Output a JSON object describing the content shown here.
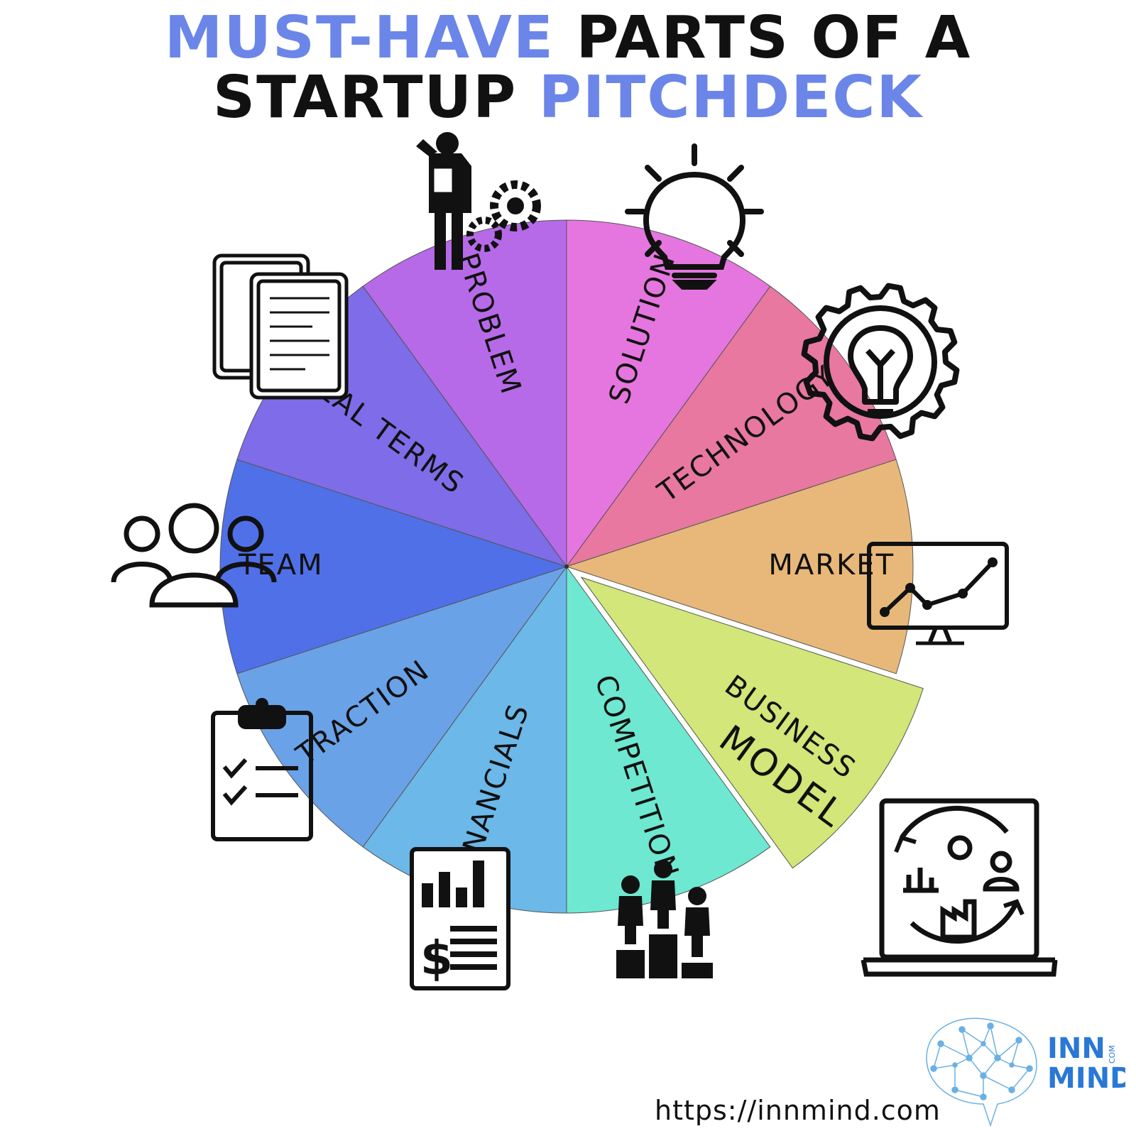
{
  "title": {
    "line1_accent": "MUST-HAVE",
    "line1_rest": "PARTS OF A",
    "line2_rest": "STARTUP",
    "line2_accent": "PITCHDECK"
  },
  "accent_color": "#6b86e8",
  "segments": [
    {
      "label": "SOLUTION",
      "color": "#e576df",
      "icon": "lightbulb-icon"
    },
    {
      "label": "TECHNOLOGY",
      "color": "#e878a0",
      "icon": "gear-lightbulb-icon"
    },
    {
      "label": "MARKET",
      "color": "#e8b87a",
      "icon": "monitor-line-chart-icon"
    },
    {
      "label": "BUSINESS",
      "label2": "MODEL",
      "color": "#d2e679",
      "icon": "business-cycle-icon"
    },
    {
      "label": "COMPETITION",
      "color": "#6ee8d0",
      "icon": "podium-people-icon"
    },
    {
      "label": "FINANCIALS",
      "color": "#6cb8e8",
      "icon": "financial-report-icon"
    },
    {
      "label": "TRACTION",
      "color": "#6aa2e8",
      "icon": "checklist-clipboard-icon"
    },
    {
      "label": "TEAM",
      "color": "#5070e8",
      "icon": "team-people-icon"
    },
    {
      "label": "DEAL TERMS",
      "color": "#7e6ce8",
      "icon": "documents-icon"
    },
    {
      "label": "PROBLEM",
      "color": "#b66ae8",
      "icon": "person-thinking-gears-icon"
    }
  ],
  "footer": {
    "url": "https://innmind.com",
    "logo_text_line1": "INN",
    "logo_text_line2": "MIND",
    "logo_text_small": "COM"
  },
  "logo_color": "#2a78d6"
}
